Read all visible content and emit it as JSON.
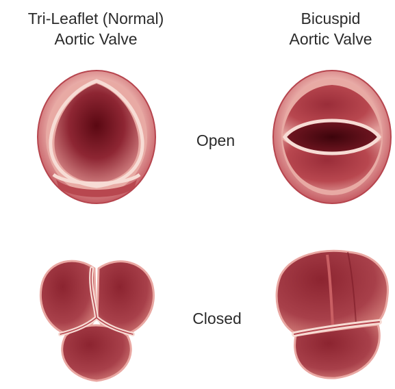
{
  "labels": {
    "left_column": [
      "Tri-Leaflet (Normal)",
      "Aortic Valve"
    ],
    "right_column": [
      "Bicuspid",
      "Aortic Valve"
    ],
    "open_row": "Open",
    "closed_row": "Closed"
  },
  "colors": {
    "ring_light": "#f3c4bc",
    "ring_mid": "#d9848a",
    "tissue_dark": "#6e0f1c",
    "tissue_mid": "#a63a45",
    "tissue_light": "#c95f63",
    "commissure": "#f7dcd5",
    "outline": "#b6454e"
  }
}
